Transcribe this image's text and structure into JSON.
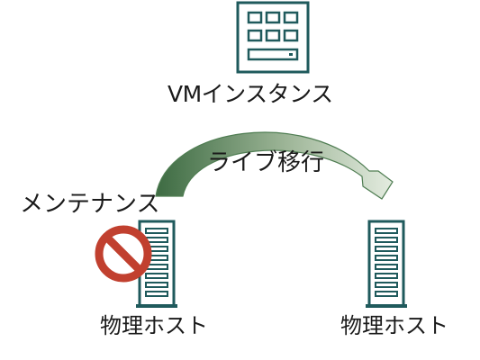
{
  "vm": {
    "label": "VMインスタンス",
    "icon": "vm-instance-icon"
  },
  "migration": {
    "label": "ライブ移行",
    "icon": "curved-arrow-icon"
  },
  "maintenance": {
    "label": "メンテナンス",
    "icon": "prohibited-icon"
  },
  "hosts": {
    "source": {
      "label": "物理ホスト",
      "icon": "server-tower-icon"
    },
    "target": {
      "label": "物理ホスト",
      "icon": "server-tower-icon"
    }
  },
  "colors": {
    "icon_teal": "#1f5a5c",
    "arrow_dark": "#3d6b42",
    "arrow_light": "#dfe8db",
    "prohibit_red": "#c1402f",
    "text": "#1a1a1a"
  }
}
